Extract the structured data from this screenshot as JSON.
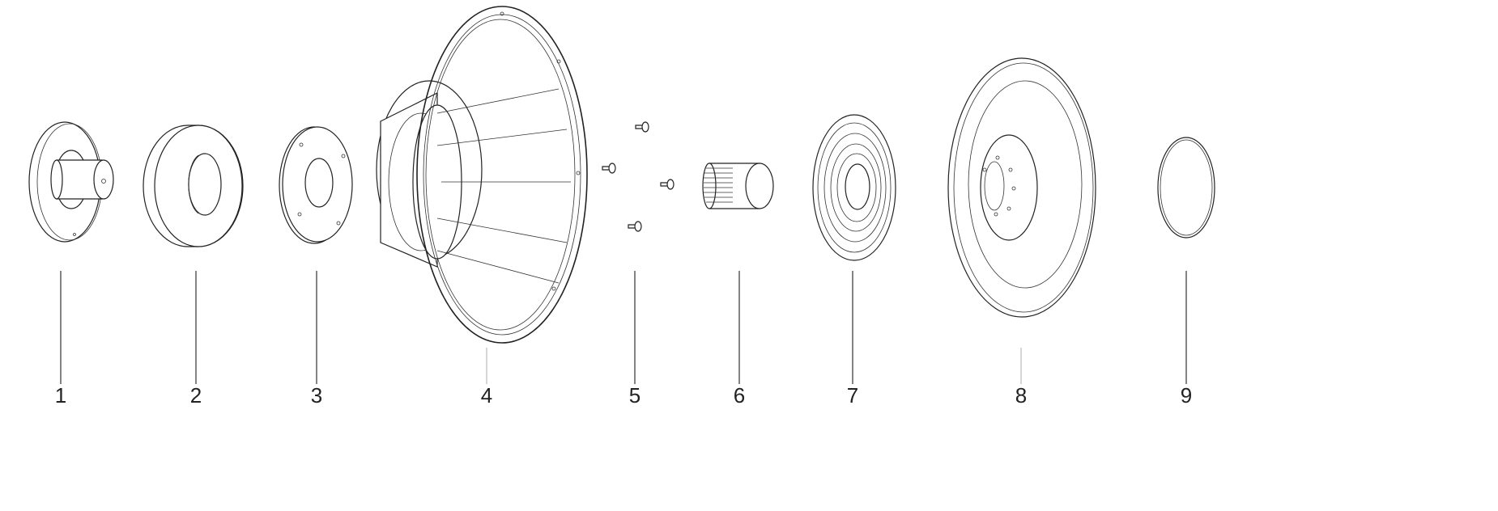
{
  "diagram": {
    "type": "exploded-view",
    "parts": [
      {
        "label": "1",
        "name": "pole-piece"
      },
      {
        "label": "2",
        "name": "magnet"
      },
      {
        "label": "3",
        "name": "top-plate"
      },
      {
        "label": "4",
        "name": "basket"
      },
      {
        "label": "5",
        "name": "screws"
      },
      {
        "label": "6",
        "name": "voice-coil"
      },
      {
        "label": "7",
        "name": "spider"
      },
      {
        "label": "8",
        "name": "cone"
      },
      {
        "label": "9",
        "name": "gasket"
      }
    ],
    "line_color": "#222222",
    "background": "#ffffff"
  }
}
